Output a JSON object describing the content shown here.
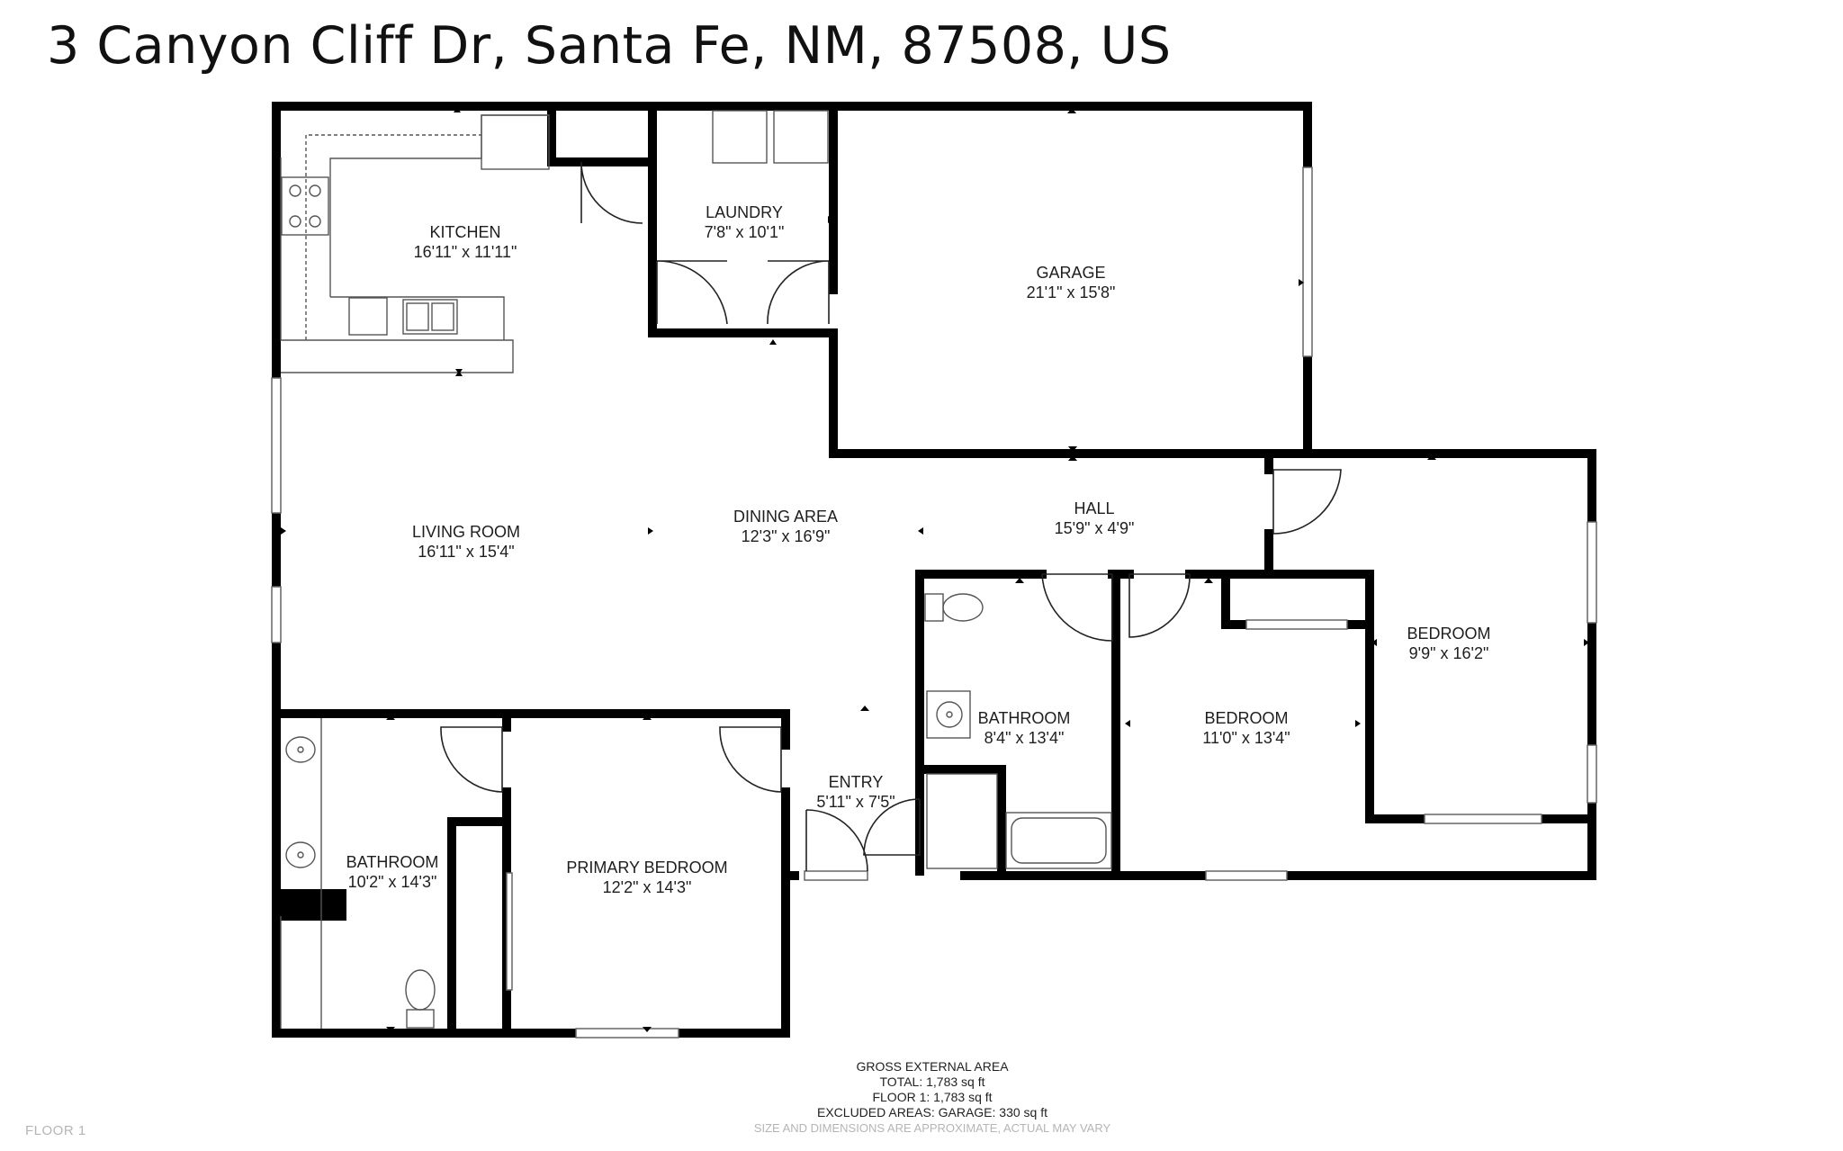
{
  "header": {
    "address": "3 Canyon Cliff Dr, Santa Fe, NM, 87508, US"
  },
  "rooms": {
    "kitchen": {
      "name": "KITCHEN",
      "dims": "16'11\" x 11'11\""
    },
    "laundry": {
      "name": "LAUNDRY",
      "dims": "7'8\" x 10'1\""
    },
    "garage": {
      "name": "GARAGE",
      "dims": "21'1\" x 15'8\""
    },
    "living_room": {
      "name": "LIVING ROOM",
      "dims": "16'11\" x 15'4\""
    },
    "dining_area": {
      "name": "DINING AREA",
      "dims": "12'3\" x 16'9\""
    },
    "hall": {
      "name": "HALL",
      "dims": "15'9\" x 4'9\""
    },
    "bedroom_east": {
      "name": "BEDROOM",
      "dims": "9'9\" x 16'2\""
    },
    "bathroom_hall": {
      "name": "BATHROOM",
      "dims": "8'4\" x 13'4\""
    },
    "bedroom_middle": {
      "name": "BEDROOM",
      "dims": "11'0\" x 13'4\""
    },
    "entry": {
      "name": "ENTRY",
      "dims": "5'11\" x 7'5\""
    },
    "bathroom_primary": {
      "name": "BATHROOM",
      "dims": "10'2\" x 14'3\""
    },
    "primary_bedroom": {
      "name": "PRIMARY BEDROOM",
      "dims": "12'2\" x 14'3\""
    }
  },
  "area_summary": {
    "heading": "GROSS EXTERNAL AREA",
    "total": "TOTAL: 1,783 sq ft",
    "floor": "FLOOR 1: 1,783 sq ft",
    "excluded": "EXCLUDED AREAS: GARAGE: 330 sq ft",
    "disclaimer": "SIZE AND DIMENSIONS ARE APPROXIMATE, ACTUAL MAY VARY"
  },
  "footer": {
    "floor": "FLOOR 1"
  },
  "colors": {
    "wall": "#000000",
    "fixture_line": "#555555",
    "text": "#1e1e1e",
    "muted": "#b5b5b5"
  },
  "icons": [
    "door-swing-icon",
    "window-icon",
    "sink-icon",
    "toilet-icon",
    "bathtub-icon",
    "stove-icon",
    "dishwasher-icon",
    "washer-icon",
    "dryer-icon"
  ]
}
